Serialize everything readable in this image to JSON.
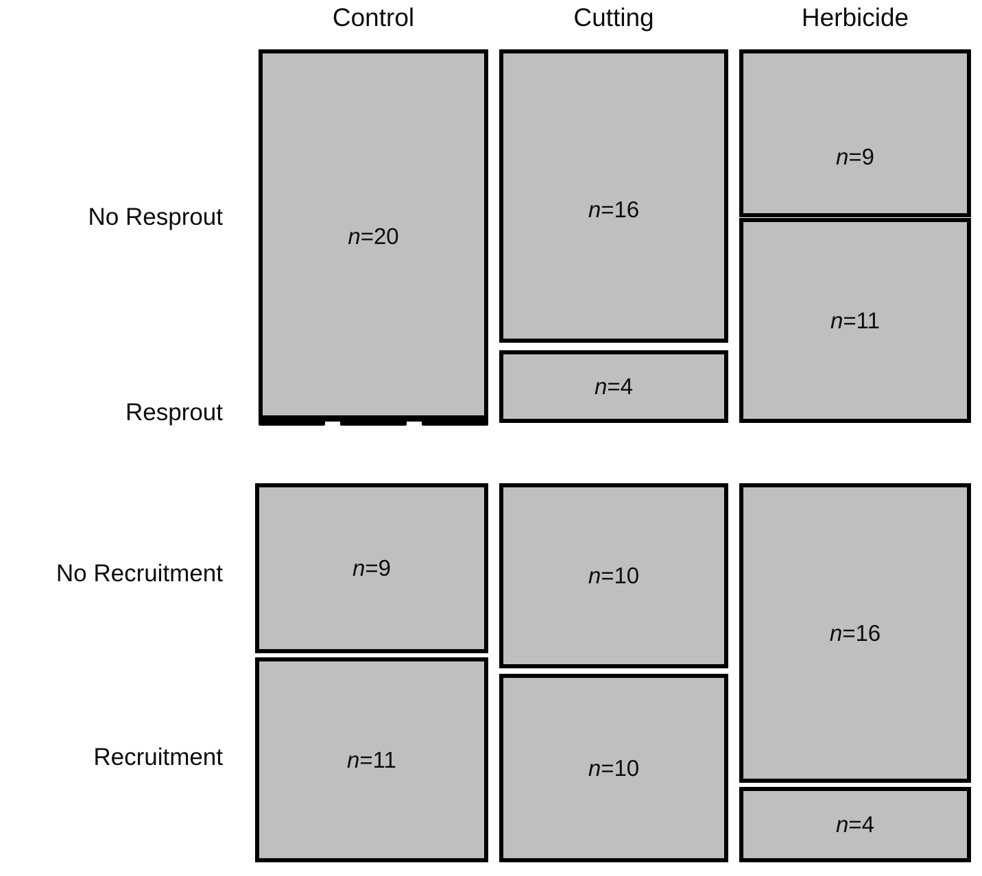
{
  "chart_data": {
    "type": "mosaic",
    "title": "",
    "xlabel": "",
    "ylabel": "",
    "categories": [
      "Control",
      "Cutting",
      "Herbicide"
    ],
    "panels": [
      {
        "name": "resprout-panel",
        "row_labels": [
          "No Resprout",
          "Resprout"
        ],
        "cells": [
          {
            "column": "Control",
            "row": "No Resprout",
            "value": 20,
            "label": "n=20"
          },
          {
            "column": "Control",
            "row": "Resprout",
            "value": 0,
            "label": ""
          },
          {
            "column": "Cutting",
            "row": "No Resprout",
            "value": 16,
            "label": "n=16"
          },
          {
            "column": "Cutting",
            "row": "Resprout",
            "value": 4,
            "label": "n=4"
          },
          {
            "column": "Herbicide",
            "row": "No Resprout",
            "value": 9,
            "label": "n=9"
          },
          {
            "column": "Herbicide",
            "row": "Resprout",
            "value": 11,
            "label": "n=11"
          }
        ]
      },
      {
        "name": "recruitment-panel",
        "row_labels": [
          "No Recruitment",
          "Recruitment"
        ],
        "cells": [
          {
            "column": "Control",
            "row": "No Recruitment",
            "value": 9,
            "label": "n=9"
          },
          {
            "column": "Control",
            "row": "Recruitment",
            "value": 11,
            "label": "n=11"
          },
          {
            "column": "Cutting",
            "row": "No Recruitment",
            "value": 10,
            "label": "n=10"
          },
          {
            "column": "Cutting",
            "row": "Recruitment",
            "value": 10,
            "label": "n=10"
          },
          {
            "column": "Herbicide",
            "row": "No Recruitment",
            "value": 16,
            "label": "n=16"
          },
          {
            "column": "Herbicide",
            "row": "Recruitment",
            "value": 4,
            "label": "n=4"
          }
        ]
      }
    ],
    "colors": {
      "tile_fill": "#BFBFBF",
      "tile_border": "#000000",
      "text": "#0D0D0D",
      "background": "#FFFFFF"
    },
    "grid": false,
    "legend": "none"
  },
  "headers": {
    "control": "Control",
    "cutting": "Cutting",
    "herbicide": "Herbicide"
  },
  "top_panel": {
    "row_no_resprout": "No Resprout",
    "row_resprout": "Resprout",
    "control_no_resprout": "n=20",
    "control_resprout": "",
    "cutting_no_resprout": "n=16",
    "cutting_resprout": "n=4",
    "herbicide_no_resprout": "n=9",
    "herbicide_resprout": "n=11"
  },
  "bottom_panel": {
    "row_no_recruitment": "No Recruitment",
    "row_recruitment": "Recruitment",
    "control_no_recruitment": "n=9",
    "control_recruitment": "n=11",
    "cutting_no_recruitment": "n=10",
    "cutting_recruitment": "n=10",
    "herbicide_no_recruitment": "n=16",
    "herbicide_recruitment": "n=4"
  }
}
